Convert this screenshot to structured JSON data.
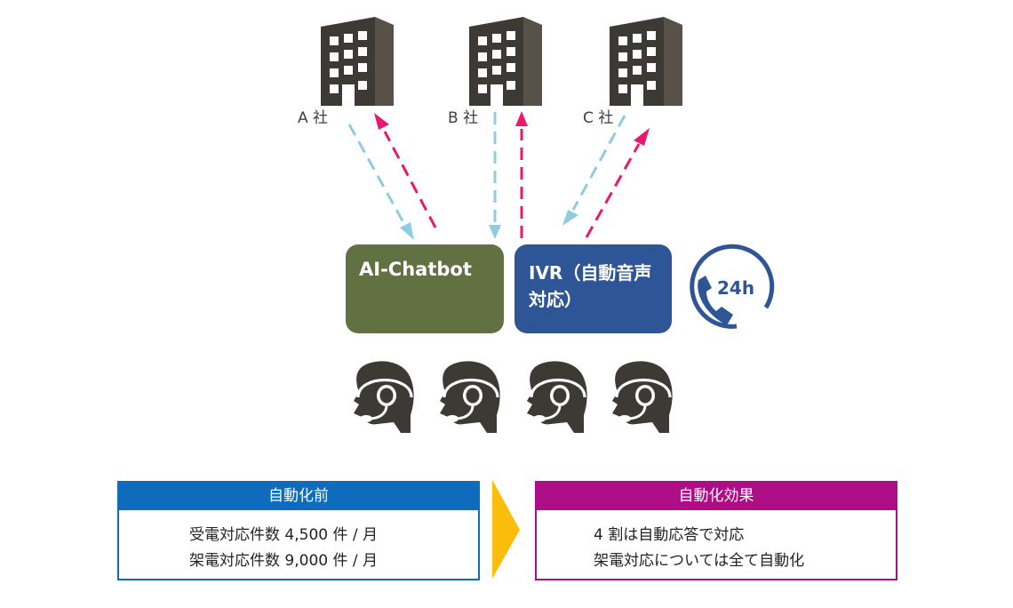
{
  "companies": [
    {
      "label": "A 社"
    },
    {
      "label": "B 社"
    },
    {
      "label": "C 社"
    }
  ],
  "services": {
    "chatbot": {
      "title": "AI-Chatbot",
      "color": "#627142"
    },
    "ivr": {
      "title_line1": "IVR（自動音声",
      "title_line2": "対応）",
      "color": "#2e5596"
    },
    "badge_24h": "24h"
  },
  "arrows": {
    "incoming_color": "#8ecde1",
    "outgoing_color": "#e8196e"
  },
  "before": {
    "title": "自動化前",
    "line1": "受電対応件数 4,500 件 / 月",
    "line2": "架電対応件数 9,000 件 / 月",
    "color": "#0f6cbc"
  },
  "after": {
    "title": "自動化効果",
    "line1": "4 割は自動応答で対応",
    "line2": "架電対応については全て自動化",
    "color": "#ad0e86"
  },
  "transition_arrow_color": "#fbbd0c",
  "icon_color": "#3d3934"
}
